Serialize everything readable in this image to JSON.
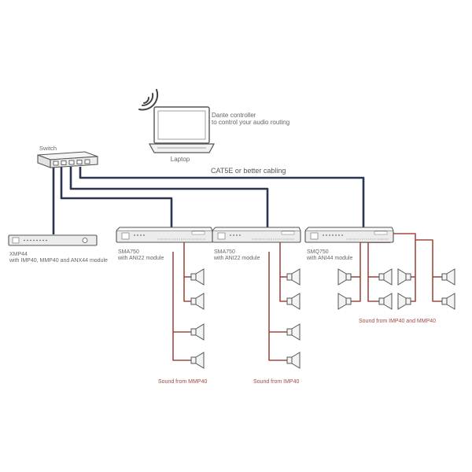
{
  "colors": {
    "cable": "#2a3550",
    "speaker_line": "#a24a42",
    "device_stroke": "#555555",
    "device_fill": "#ececec",
    "text": "#666666"
  },
  "laptop": {
    "label": "Laptop",
    "note_line1": "Dante controller",
    "note_line2": "to control your audio routing",
    "icon": "wifi-signal-icon"
  },
  "switch": {
    "label": "Switch"
  },
  "cabling_label": "CAT5E or better cabling",
  "devices": [
    {
      "id": "xmp44",
      "name": "XMP44",
      "desc": "with IMP40, MMP40 and ANX44 module"
    },
    {
      "id": "sma750-1",
      "name": "SMA750",
      "desc": "with ANI22 module"
    },
    {
      "id": "sma750-2",
      "name": "SMA750",
      "desc": "with ANI22 module"
    },
    {
      "id": "smq750",
      "name": "SMQ750",
      "desc": "with ANI44 module"
    }
  ],
  "sound_labels": {
    "group1": "Sound from MMP40",
    "group2": "Sound from IMP40",
    "group3": "Sound from IMP40 and MMP40"
  }
}
